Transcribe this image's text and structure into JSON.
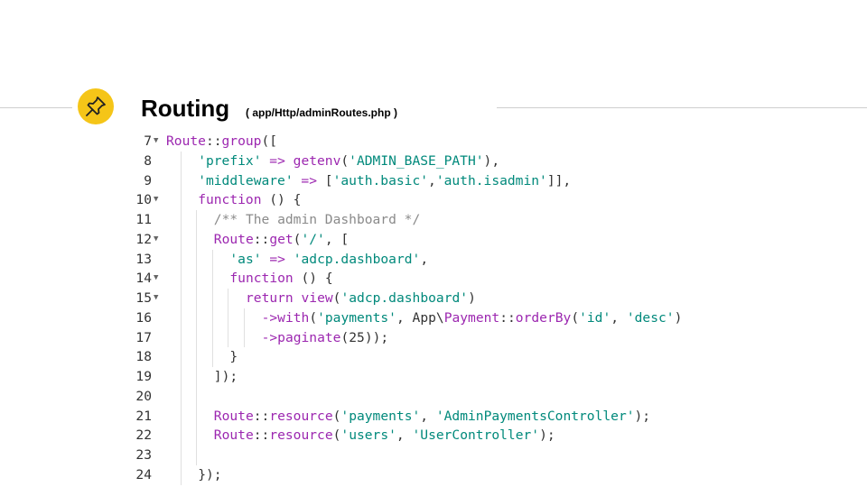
{
  "header": {
    "title": "Routing",
    "subtitle": "( app/Http/adminRoutes.php )",
    "icon": "pushpin-icon",
    "accent_color": "#f5c518"
  },
  "code": {
    "lines": [
      {
        "n": "7",
        "fold": true,
        "indent": 0,
        "tokens": [
          [
            "k",
            "Route"
          ],
          [
            "p",
            "::"
          ],
          [
            "k",
            "group"
          ],
          [
            "p",
            "(["
          ]
        ]
      },
      {
        "n": "8",
        "fold": false,
        "indent": 2,
        "tokens": [
          [
            "s",
            "'prefix'"
          ],
          [
            "p",
            " "
          ],
          [
            "k",
            "=>"
          ],
          [
            "p",
            " "
          ],
          [
            "k",
            "getenv"
          ],
          [
            "p",
            "("
          ],
          [
            "s",
            "'ADMIN_BASE_PATH'"
          ],
          [
            "p",
            "),"
          ]
        ]
      },
      {
        "n": "9",
        "fold": false,
        "indent": 2,
        "tokens": [
          [
            "s",
            "'middleware'"
          ],
          [
            "p",
            " "
          ],
          [
            "k",
            "=>"
          ],
          [
            "p",
            " ["
          ],
          [
            "s",
            "'auth.basic'"
          ],
          [
            "p",
            ","
          ],
          [
            "s",
            "'auth.isadmin'"
          ],
          [
            "p",
            "]],"
          ]
        ]
      },
      {
        "n": "10",
        "fold": true,
        "indent": 2,
        "tokens": [
          [
            "k",
            "function"
          ],
          [
            "p",
            " () {"
          ]
        ]
      },
      {
        "n": "11",
        "fold": false,
        "indent": 3,
        "tokens": [
          [
            "c",
            "/** The admin Dashboard */"
          ]
        ]
      },
      {
        "n": "12",
        "fold": true,
        "indent": 3,
        "tokens": [
          [
            "k",
            "Route"
          ],
          [
            "p",
            "::"
          ],
          [
            "k",
            "get"
          ],
          [
            "p",
            "("
          ],
          [
            "s",
            "'/'"
          ],
          [
            "p",
            ", ["
          ]
        ]
      },
      {
        "n": "13",
        "fold": false,
        "indent": 4,
        "tokens": [
          [
            "s",
            "'as'"
          ],
          [
            "p",
            " "
          ],
          [
            "k",
            "=>"
          ],
          [
            "p",
            " "
          ],
          [
            "s",
            "'adcp.dashboard'"
          ],
          [
            "p",
            ","
          ]
        ]
      },
      {
        "n": "14",
        "fold": true,
        "indent": 4,
        "tokens": [
          [
            "k",
            "function"
          ],
          [
            "p",
            " () {"
          ]
        ]
      },
      {
        "n": "15",
        "fold": true,
        "indent": 5,
        "tokens": [
          [
            "k",
            "return"
          ],
          [
            "p",
            " "
          ],
          [
            "k",
            "view"
          ],
          [
            "p",
            "("
          ],
          [
            "s",
            "'adcp.dashboard'"
          ],
          [
            "p",
            ")"
          ]
        ]
      },
      {
        "n": "16",
        "fold": false,
        "indent": 6,
        "tokens": [
          [
            "k",
            "->with"
          ],
          [
            "p",
            "("
          ],
          [
            "s",
            "'payments'"
          ],
          [
            "p",
            ", App\\"
          ],
          [
            "k",
            "Payment"
          ],
          [
            "p",
            "::"
          ],
          [
            "k",
            "orderBy"
          ],
          [
            "p",
            "("
          ],
          [
            "s",
            "'id'"
          ],
          [
            "p",
            ", "
          ],
          [
            "s",
            "'desc'"
          ],
          [
            "p",
            ")"
          ]
        ]
      },
      {
        "n": "17",
        "fold": false,
        "indent": 6,
        "tokens": [
          [
            "k",
            "->paginate"
          ],
          [
            "p",
            "(25));"
          ]
        ]
      },
      {
        "n": "18",
        "fold": false,
        "indent": 4,
        "tokens": [
          [
            "p",
            "}"
          ]
        ]
      },
      {
        "n": "19",
        "fold": false,
        "indent": 3,
        "tokens": [
          [
            "p",
            "]);"
          ]
        ]
      },
      {
        "n": "20",
        "fold": false,
        "indent": 3,
        "tokens": []
      },
      {
        "n": "21",
        "fold": false,
        "indent": 3,
        "tokens": [
          [
            "k",
            "Route"
          ],
          [
            "p",
            "::"
          ],
          [
            "k",
            "resource"
          ],
          [
            "p",
            "("
          ],
          [
            "s",
            "'payments'"
          ],
          [
            "p",
            ", "
          ],
          [
            "s",
            "'AdminPaymentsController'"
          ],
          [
            "p",
            ");"
          ]
        ]
      },
      {
        "n": "22",
        "fold": false,
        "indent": 3,
        "tokens": [
          [
            "k",
            "Route"
          ],
          [
            "p",
            "::"
          ],
          [
            "k",
            "resource"
          ],
          [
            "p",
            "("
          ],
          [
            "s",
            "'users'"
          ],
          [
            "p",
            ", "
          ],
          [
            "s",
            "'UserController'"
          ],
          [
            "p",
            ");"
          ]
        ]
      },
      {
        "n": "23",
        "fold": false,
        "indent": 3,
        "tokens": []
      },
      {
        "n": "24",
        "fold": false,
        "indent": 2,
        "tokens": [
          [
            "p",
            "});"
          ]
        ]
      }
    ]
  }
}
